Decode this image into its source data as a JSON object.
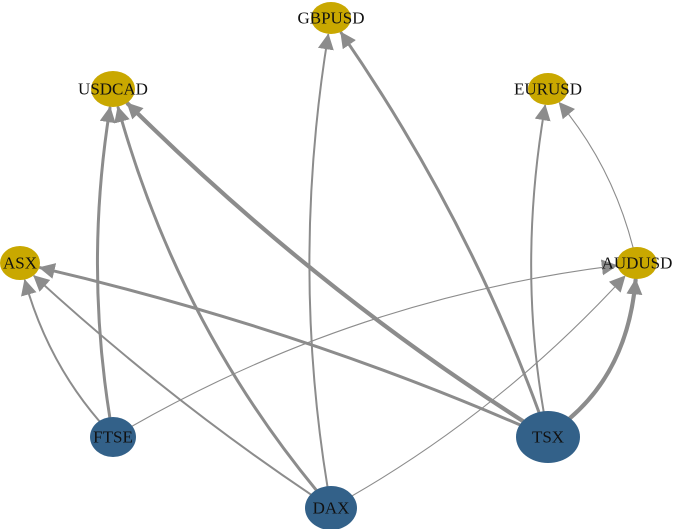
{
  "colors": {
    "target_node": "#c9a800",
    "source_node": "#336189",
    "edge": "#8c8c8c"
  },
  "nodes": [
    {
      "id": "GBPUSD",
      "label": "GBPUSD",
      "group": "target"
    },
    {
      "id": "USDCAD",
      "label": "USDCAD",
      "group": "target"
    },
    {
      "id": "EURUSD",
      "label": "EURUSD",
      "group": "target"
    },
    {
      "id": "ASX",
      "label": "ASX",
      "group": "target"
    },
    {
      "id": "AUDUSD",
      "label": "AUDUSD",
      "group": "target"
    },
    {
      "id": "FTSE",
      "label": "FTSE",
      "group": "source"
    },
    {
      "id": "TSX",
      "label": "TSX",
      "group": "source"
    },
    {
      "id": "DAX",
      "label": "DAX",
      "group": "source"
    }
  ],
  "edges": [
    {
      "from": "TSX",
      "to": "USDCAD",
      "weight": "heavy"
    },
    {
      "from": "TSX",
      "to": "AUDUSD",
      "weight": "heavy"
    },
    {
      "from": "TSX",
      "to": "GBPUSD",
      "weight": "medium"
    },
    {
      "from": "TSX",
      "to": "ASX",
      "weight": "medium"
    },
    {
      "from": "TSX",
      "to": "EURUSD",
      "weight": "light"
    },
    {
      "from": "FTSE",
      "to": "USDCAD",
      "weight": "medium"
    },
    {
      "from": "FTSE",
      "to": "ASX",
      "weight": "light"
    },
    {
      "from": "FTSE",
      "to": "AUDUSD",
      "weight": "thin"
    },
    {
      "from": "DAX",
      "to": "USDCAD",
      "weight": "medium"
    },
    {
      "from": "DAX",
      "to": "GBPUSD",
      "weight": "light"
    },
    {
      "from": "DAX",
      "to": "ASX",
      "weight": "light"
    },
    {
      "from": "DAX",
      "to": "AUDUSD",
      "weight": "thin"
    },
    {
      "from": "AUDUSD",
      "to": "EURUSD",
      "weight": "thin"
    }
  ]
}
